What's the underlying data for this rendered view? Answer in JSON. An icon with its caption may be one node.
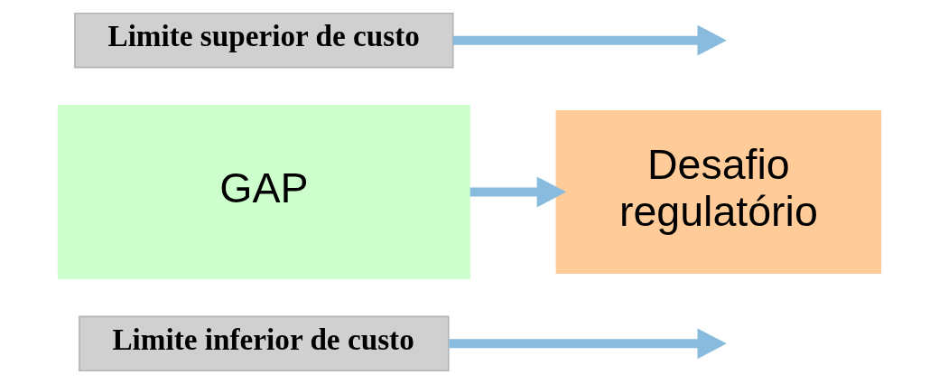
{
  "diagram": {
    "nodes": [
      {
        "text": [
          "Limite superior de custo"
        ]
      },
      {
        "text": [
          "GAP"
        ]
      },
      {
        "text": [
          "Limite inferior de custo"
        ]
      },
      {
        "text": [
          "Desafio regulatório"
        ]
      }
    ],
    "edges": [
      {
        "from": 0,
        "to": null,
        "arrow": "to"
      },
      {
        "from": 2,
        "to": null,
        "arrow": "to"
      },
      {
        "from": 1,
        "to": 3,
        "arrow": "to"
      }
    ]
  }
}
